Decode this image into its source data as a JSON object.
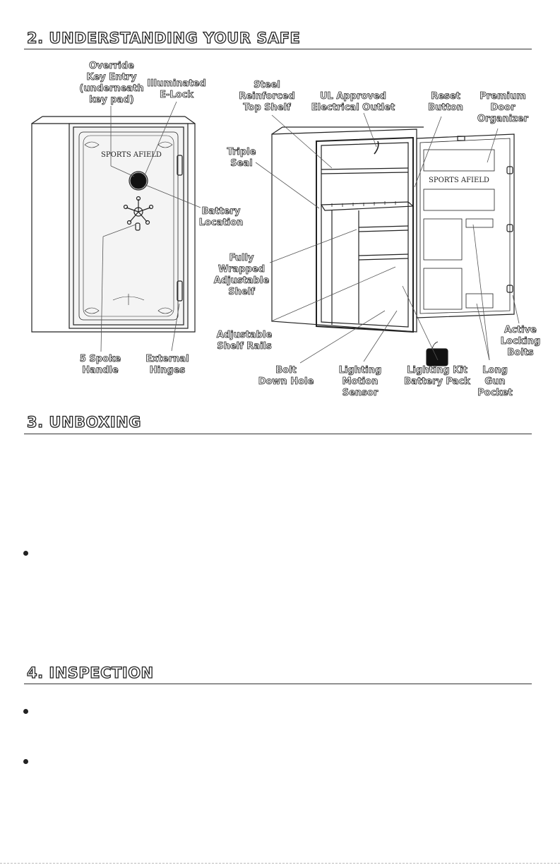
{
  "sections": {
    "understanding": "2. UNDERSTANDING YOUR SAFE",
    "unboxing": "3. UNBOXING",
    "inspection": "4. INSPECTION"
  },
  "safe_door_logo": "SPORTS AFIELD",
  "callouts": {
    "override": [
      "Override",
      "Key Entry",
      "(underneath",
      "key pad)"
    ],
    "elock": [
      "Illuminated",
      "E-Lock"
    ],
    "battery": [
      "Battery",
      "Location"
    ],
    "spoke": [
      "5 Spoke",
      "Handle"
    ],
    "hinges": [
      "External",
      "Hinges"
    ],
    "steel": [
      "Steel",
      "Reinforced",
      "Top Shelf"
    ],
    "outlet": [
      "UL Approved",
      "Electrical Outlet"
    ],
    "reset": [
      "Reset",
      "Button"
    ],
    "organizer": [
      "Premium",
      "Door",
      "Organizer"
    ],
    "seal": [
      "Triple",
      "Seal"
    ],
    "wrapped": [
      "Fully",
      "Wrapped",
      "Adjustable",
      "Shelf"
    ],
    "rails": [
      "Adjustable",
      "Shelf Rails"
    ],
    "bolt": [
      "Bolt",
      "Down Hole"
    ],
    "motion": [
      "Lighting",
      "Motion",
      "Sensor"
    ],
    "kit": [
      "Lighting Kit",
      "Battery Pack"
    ],
    "gun": [
      "Long",
      "Gun",
      "Pocket"
    ],
    "active": [
      "Active",
      "Locking",
      "Bolts"
    ]
  }
}
